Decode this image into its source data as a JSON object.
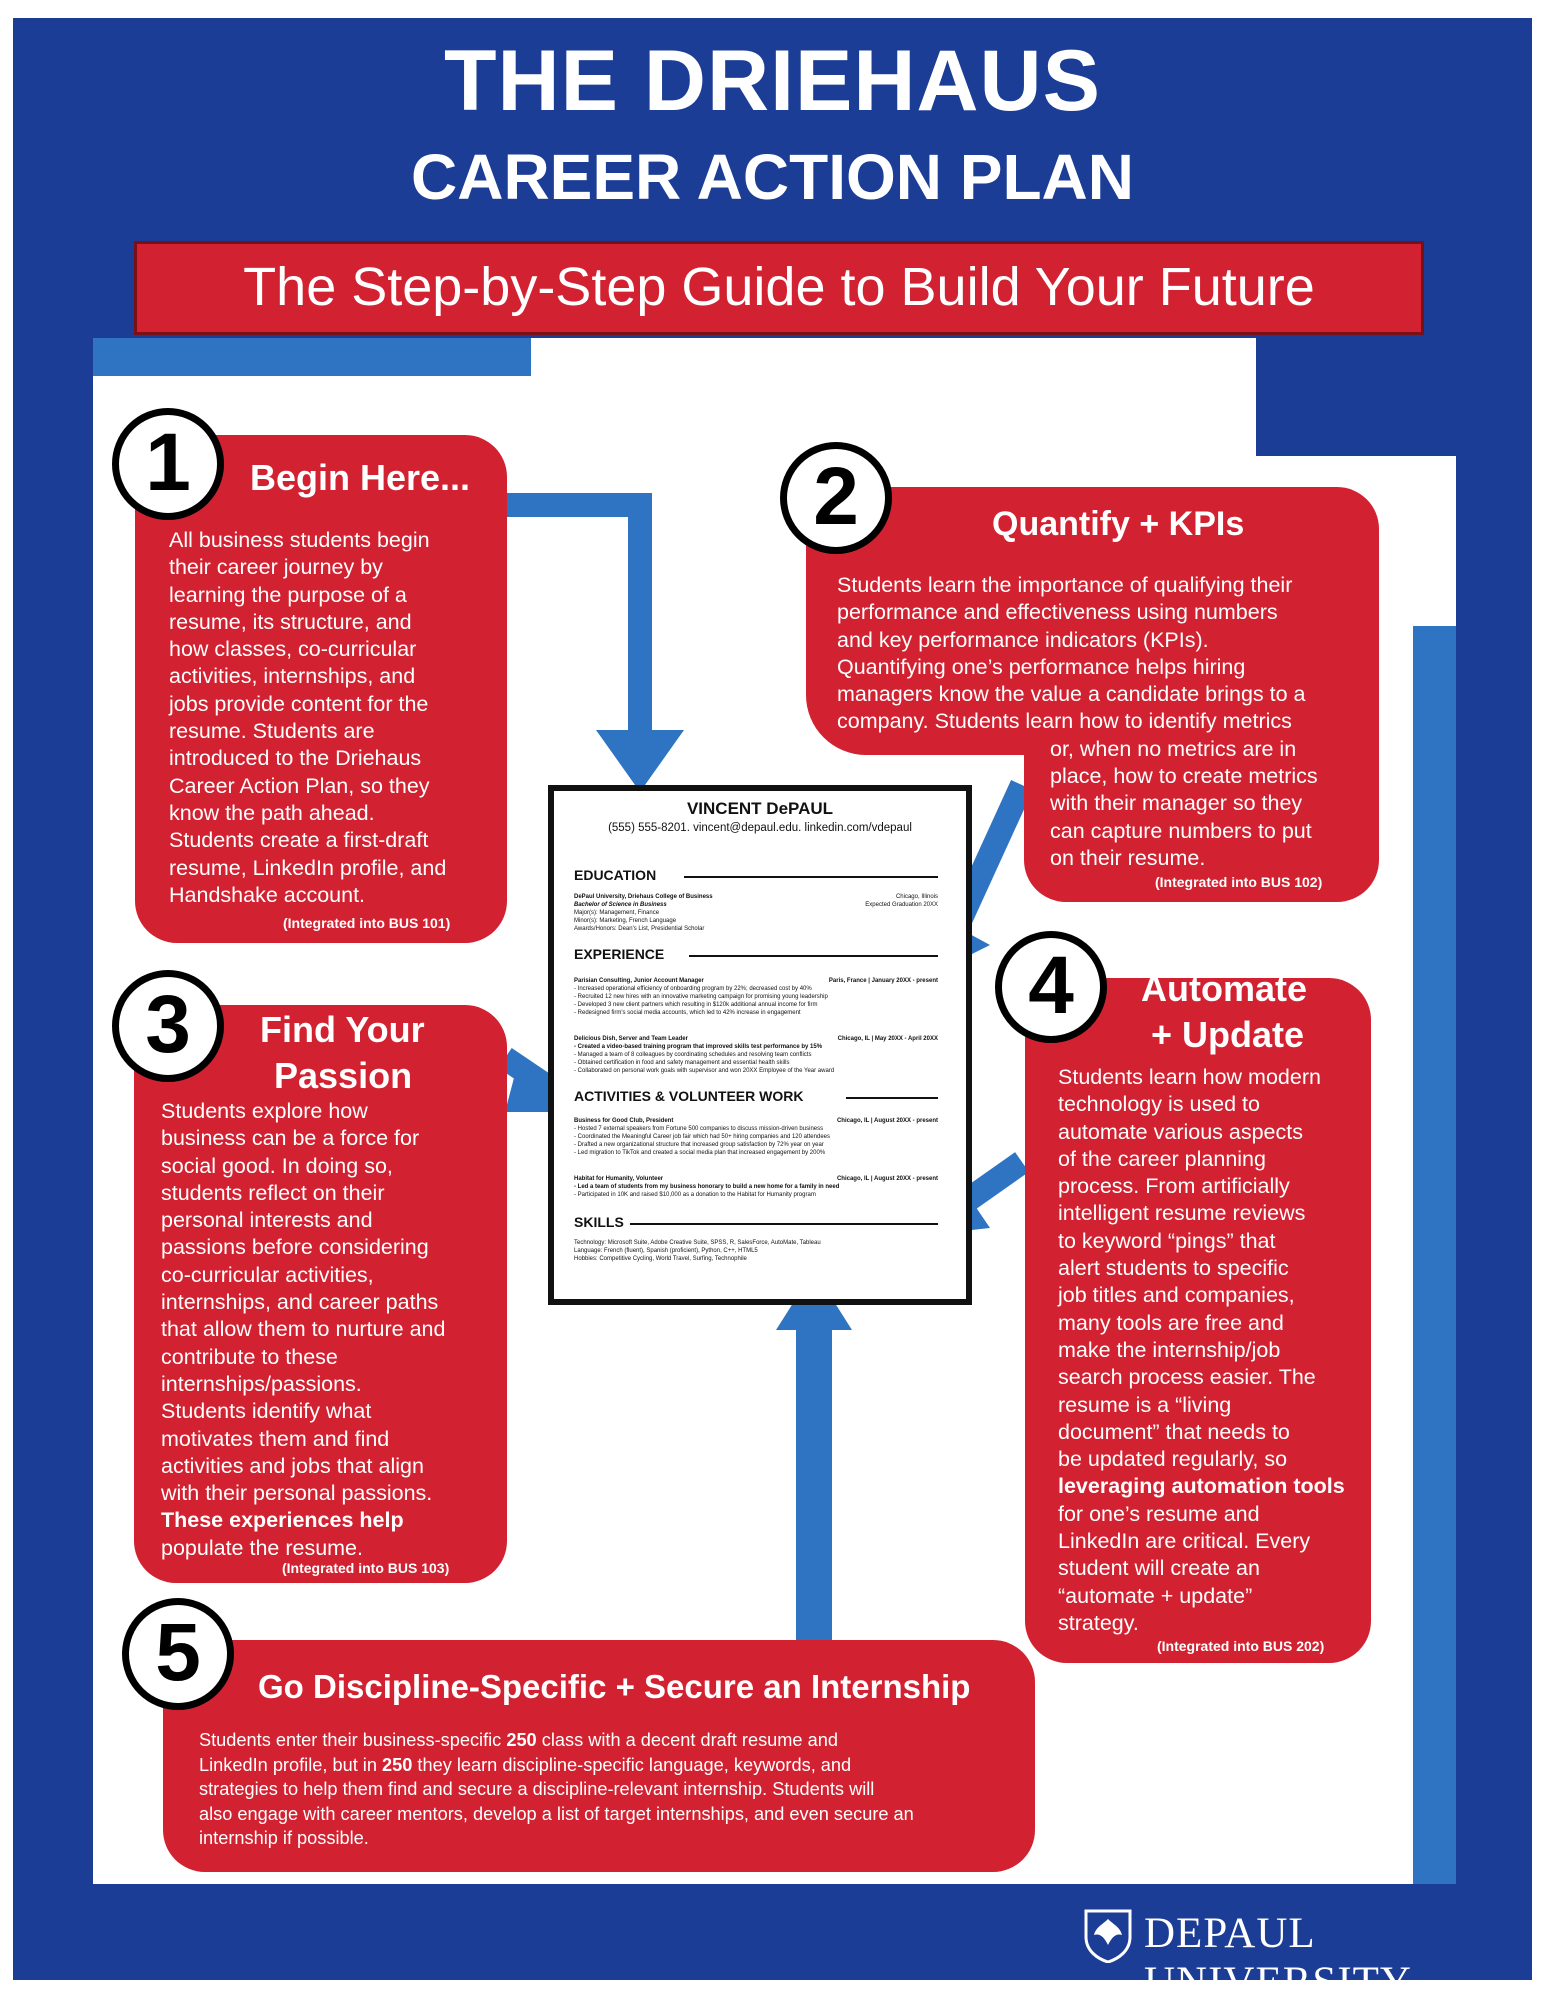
{
  "header": {
    "title_line1": "THE DRIEHAUS",
    "title_line2": "CAREER ACTION PLAN",
    "subtitle": "The Step-by-Step Guide to Build Your Future"
  },
  "steps": [
    {
      "number": "1",
      "title": "Begin Here...",
      "body": [
        "All business students begin",
        "their career journey by",
        "learning the purpose of a",
        "resume, its structure, and",
        "how classes, co-curricular",
        "activities, internships, and",
        "jobs provide content for the",
        "resume. Students are",
        "introduced to the Driehaus",
        "Career Action Plan, so they",
        "know the path ahead.",
        "Students create a first-draft",
        "resume, LinkedIn profile, and",
        "Handshake account."
      ],
      "course": "(Integrated into BUS 101)"
    },
    {
      "number": "2",
      "title": "Quantify + KPIs",
      "body": [
        "Students learn the importance of qualifying their",
        "performance and effectiveness using numbers",
        "and key performance indicators (KPIs).",
        "Quantifying one’s performance helps hiring",
        "managers know the value a candidate brings to a",
        "company. Students learn how to identify metrics",
        "or, when no metrics are in",
        "place, how to create metrics",
        "with their manager so they",
        "can capture numbers to put",
        "on their resume."
      ],
      "course": "(Integrated into BUS 102)"
    },
    {
      "number": "3",
      "title_line1": "Find Your",
      "title_line2": "Passion",
      "body": [
        "Students explore how",
        "business can be a force for",
        "social good. In doing so,",
        "students reflect on their",
        "personal interests and",
        "passions before considering",
        "co-curricular activities,",
        "internships, and career paths",
        "that allow them to nurture and",
        "contribute to these",
        "internships/passions.",
        "Students identify what",
        "motivates them and find",
        "activities and jobs that align",
        "with their personal passions."
      ],
      "body_bold": "These experiences help",
      "body_end": "populate the resume.",
      "course": "(Integrated into BUS 103)"
    },
    {
      "number": "4",
      "title_line1": "Automate",
      "title_line2": "+ Update",
      "body": [
        "Students learn how modern",
        "technology is used to",
        "automate various aspects",
        "of the career planning",
        "process. From artificially",
        "intelligent resume reviews",
        "to keyword “pings” that",
        "alert students to specific",
        "job titles and companies,",
        "many tools are free and",
        "make the internship/job",
        "search process easier. The",
        "resume is a “living",
        "document” that needs to",
        "be updated regularly, so"
      ],
      "body_bold": "leveraging automation tools",
      "body_end": [
        "for one’s resume and",
        "LinkedIn are critical. Every",
        "student will create an",
        "“automate + update”",
        "strategy."
      ],
      "course": "(Integrated into BUS 202)"
    },
    {
      "number": "5",
      "title": "Go Discipline-Specific + Secure an Internship",
      "body_a": "Students enter their business-specific ",
      "body_b": "250",
      "body_c": " class with a decent draft resume and",
      "body_d": "LinkedIn profile, but in ",
      "body_e": "250",
      "body_f": " they learn discipline-specific language, keywords, and",
      "body_rest": [
        "strategies to help them find and secure a discipline-relevant internship. Students will",
        "also engage with career mentors, develop a list of target internships, and even secure an",
        "internship if possible."
      ]
    }
  ],
  "resume": {
    "name": "VINCENT DePAUL",
    "contact": "(555) 555-8201. vincent@depaul.edu. linkedin.com/vdepaul",
    "sections": {
      "education": "EDUCATION",
      "experience": "EXPERIENCE",
      "activities": "ACTIVITIES & VOLUNTEER WORK",
      "skills": "SKILLS"
    },
    "education_lines": [
      "DePaul University, Driehaus College of Business",
      "Bachelor of Science in Business",
      "Major(s): Management, Finance",
      "Minor(s): Marketing, French Language",
      "Awards/Honors: Dean's List, Presidential Scholar"
    ],
    "education_right": [
      "Chicago, Illinois",
      "Expected Graduation 20XX"
    ],
    "exp1_head": "Parisian Consulting, Junior Account Manager",
    "exp1_right": "Paris, France | January 20XX - present",
    "exp1_lines": [
      "- Increased operational efficiency of onboarding program by 22%; decreased cost by 40%",
      "- Recruited 12 new hires with an innovative marketing campaign for promising young leadership",
      "- Developed 3 new client partners which resulting in $120k additional annual income for firm",
      "- Redesigned firm's social media accounts, which led to 42% increase in engagement"
    ],
    "exp2_head": "Delicious Dish, Server and Team Leader",
    "exp2_right": "Chicago, IL | May 20XX - April 20XX",
    "exp2_lines": [
      "- Created a video-based training program that improved skills test performance by 15%",
      "- Managed a team of 8 colleagues by coordinating schedules and resolving team conflicts",
      "- Obtained certification in food and safety management and essential health skills",
      "- Collaborated on personal work goals with supervisor and won 20XX Employee of the Year award"
    ],
    "act1_head": "Business for Good Club, President",
    "act1_right": "Chicago, IL | August 20XX - present",
    "act1_lines": [
      "- Hosted 7 external speakers from Fortune 500 companies to discuss mission-driven business",
      "- Coordinated the Meaningful Career job fair which had 50+ hiring companies and 120 attendees",
      "- Drafted a new organizational structure that increased group satisfaction by 72% year on year",
      "- Led migration to TikTok and created a social media plan that increased engagement by 200%"
    ],
    "act2_head": "Habitat for Humanity, Volunteer",
    "act2_right": "Chicago, IL | August 20XX - present",
    "act2_lines": [
      "- Led a team of students from my business honorary to build a new home for a family in need",
      "- Participated in 10K and raised $10,000 as a donation to the Habitat for Humanity program"
    ],
    "skills_lines": [
      "Technology: Microsoft Suite, Adobe Creative Suite, SPSS, R, SalesForce, AutoMate, Tableau",
      "Language: French (fluent), Spanish (proficient), Python, C++, HTML5",
      "Hobbies: Competitive Cycling, World Travel, Surfing, Technophile"
    ]
  },
  "footer": {
    "logo_text": "DEPAUL UNIVERSITY",
    "logo_icon": "depaul-seal-icon"
  },
  "colors": {
    "navy": "#1c3d96",
    "red": "#d22130",
    "light_blue": "#2f74c3"
  }
}
